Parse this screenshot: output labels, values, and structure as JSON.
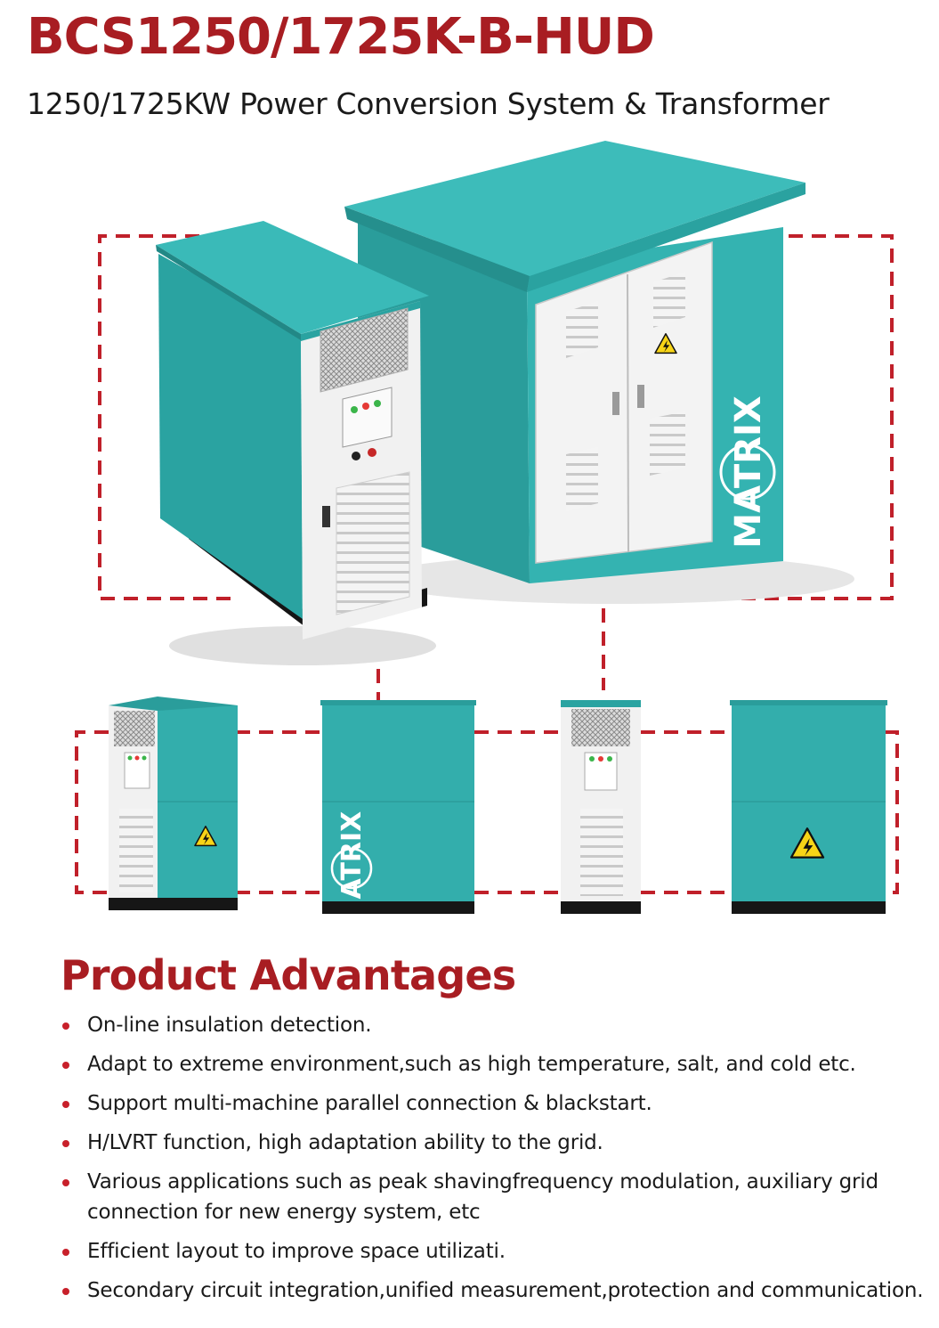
{
  "header": {
    "title": "BCS1250/1725K-B-HUD",
    "subtitle": "1250/1725KW Power Conversion System & Transformer"
  },
  "brand": {
    "logo_text": "MATRIX",
    "teal": "#33aeac",
    "teal_dark": "#1f8f8d",
    "accent_red": "#a81d22",
    "dash_red": "#c0202a"
  },
  "advantages": {
    "title": "Product Advantages",
    "items": [
      "On-line insulation detection.",
      "Adapt to extreme environment,such as high temperature, salt, and cold etc.",
      "Support multi-machine parallel connection & blackstart.",
      "H/LVRT function, high adaptation ability to the grid.",
      "Various applications such as peak shavingfrequency modulation, auxiliary grid connection for new energy system, etc",
      "Efficient layout to improve space utilizati.",
      "Secondary circuit integration,unified measurement,protection and communication."
    ]
  },
  "icons": [
    "high-voltage-warning-icon",
    "matrix-logo-icon"
  ]
}
